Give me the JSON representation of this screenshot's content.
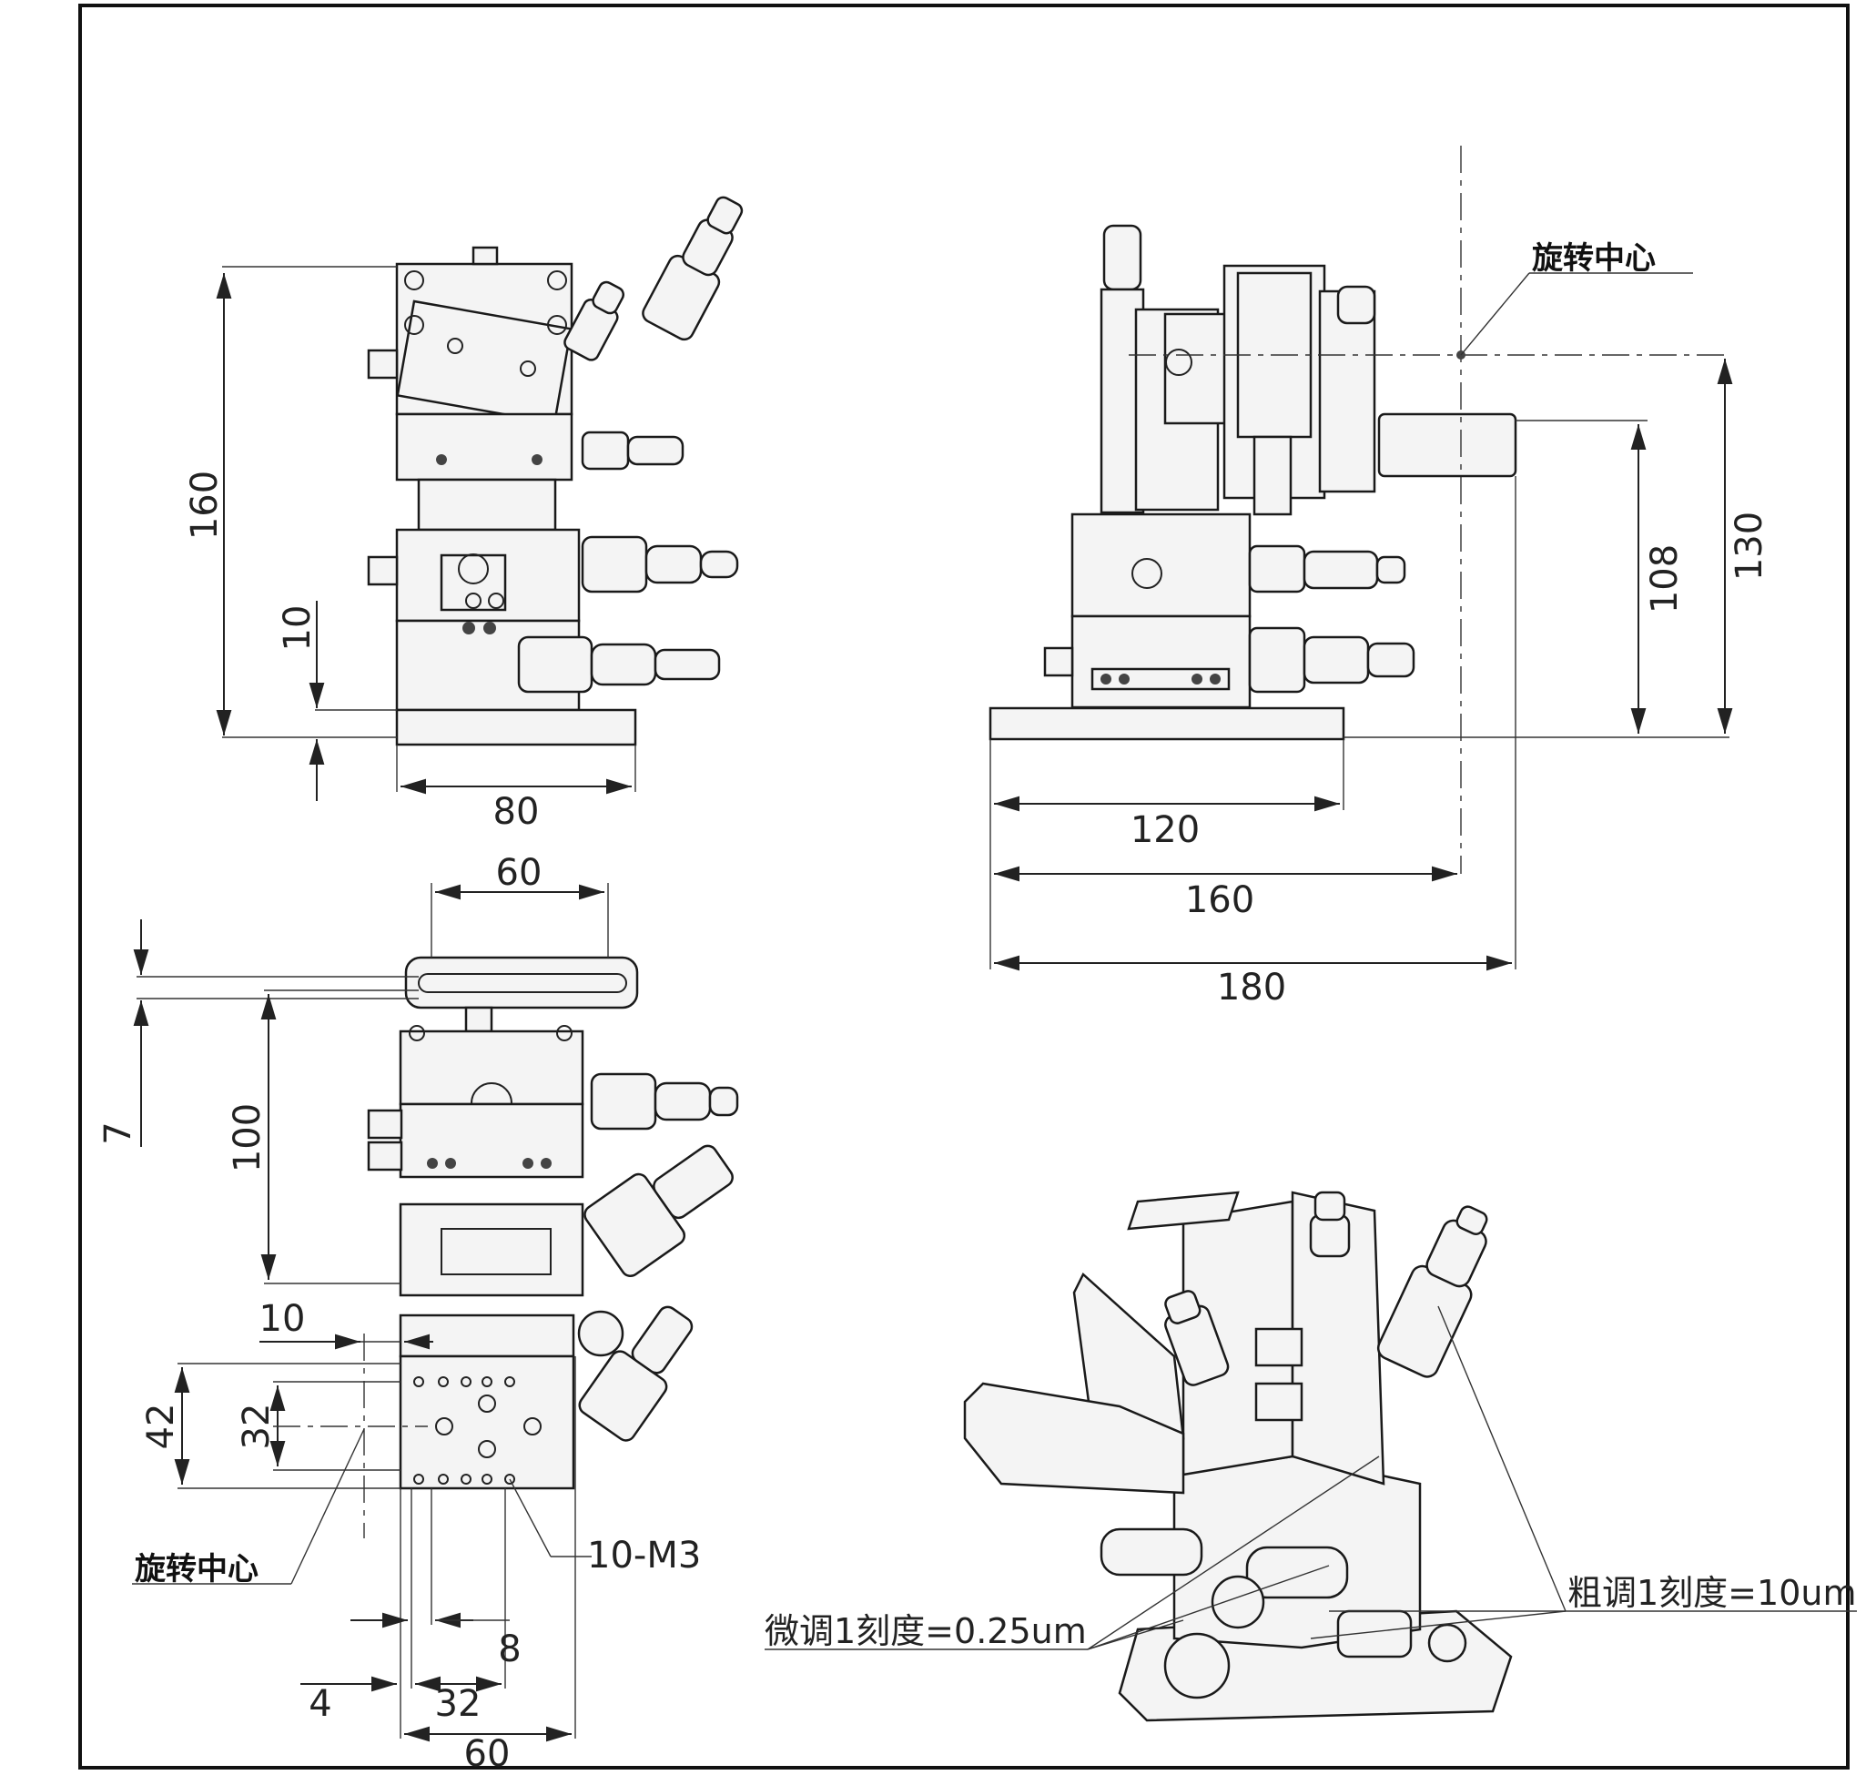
{
  "labels": {
    "rotation_center": "旋转中心",
    "fine_adjust": "微调1刻度=0.25um",
    "coarse_adjust": "粗调1刻度=10um",
    "thread_callout": "10-M3"
  },
  "front_view": {
    "height": "160",
    "base": "10",
    "width": "80"
  },
  "side_view": {
    "w1": "120",
    "w2": "160",
    "w3": "180",
    "h1": "108",
    "h2": "130"
  },
  "top_view": {
    "top_width": "60",
    "slot": "7",
    "travel": "100",
    "offset": "10",
    "h42": "42",
    "h32": "32",
    "pitch": "8",
    "edge": "4",
    "w32": "32",
    "w60": "60"
  }
}
